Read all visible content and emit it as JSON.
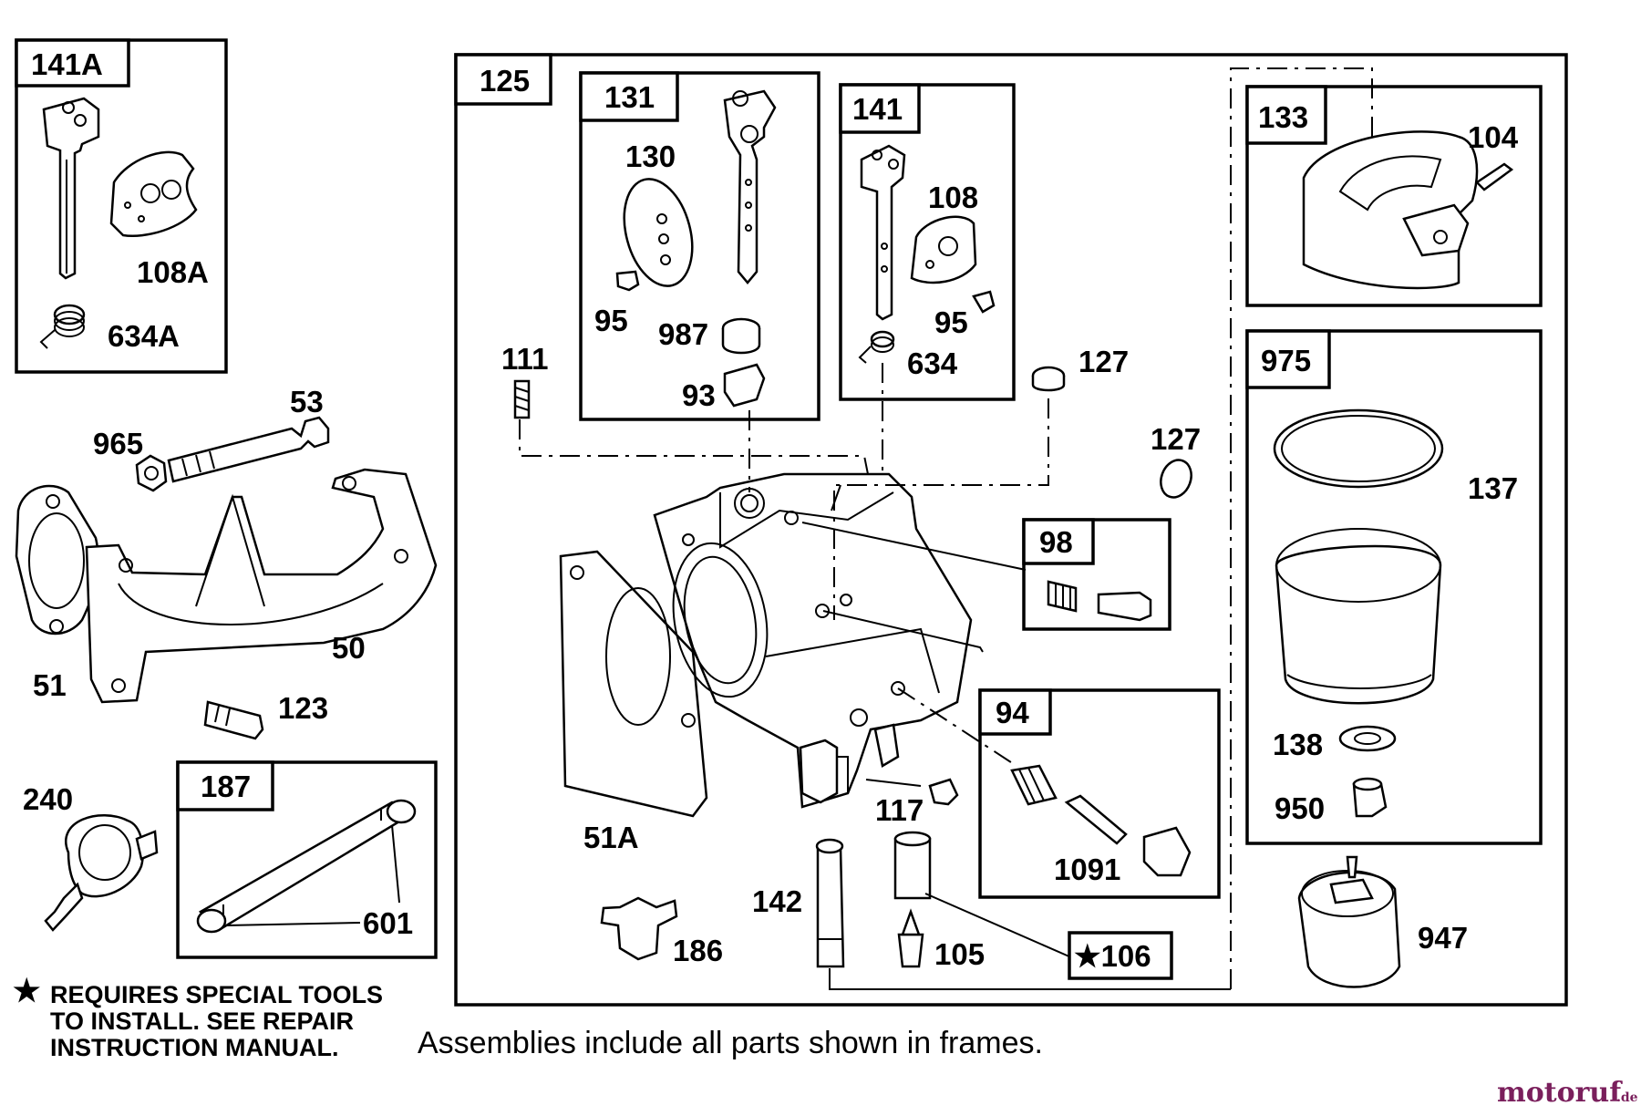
{
  "frames": {
    "f141A": "141A",
    "f125": "125",
    "f131": "131",
    "f141": "141",
    "f133": "133",
    "f975": "975",
    "f98": "98",
    "f94": "94",
    "f187": "187",
    "f106": "★106"
  },
  "callouts": {
    "c108A": "108A",
    "c634A": "634A",
    "c53": "53",
    "c965": "965",
    "c51": "51",
    "c50": "50",
    "c123": "123",
    "c240": "240",
    "c601": "601",
    "c130": "130",
    "c95a": "95",
    "c987": "987",
    "c93": "93",
    "c108": "108",
    "c95b": "95",
    "c634": "634",
    "c111": "111",
    "c127a": "127",
    "c127b": "127",
    "c104": "104",
    "c137": "137",
    "c138": "138",
    "c950": "950",
    "c947": "947",
    "c117": "117",
    "c1091": "1091",
    "c51A": "51A",
    "c142": "142",
    "c186": "186",
    "c105": "105"
  },
  "note": {
    "star": "★",
    "line1": "REQUIRES SPECIAL TOOLS",
    "line2": "TO INSTALL.  SEE REPAIR",
    "line3": "INSTRUCTION MANUAL."
  },
  "caption": "Assemblies include all parts shown in frames.",
  "watermark": {
    "main": "motoruf",
    "suffix": ".de",
    "color": "#7a1f5c"
  }
}
